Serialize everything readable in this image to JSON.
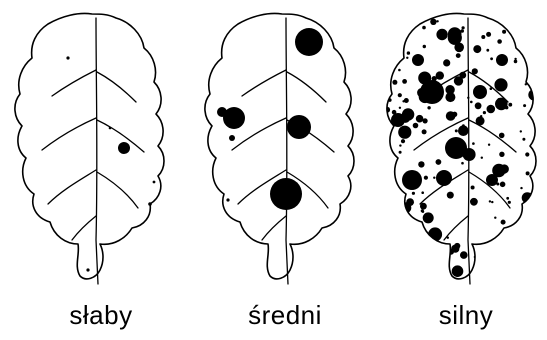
{
  "leaves": [
    {
      "id": "weak",
      "label": "słaby",
      "severity": "weak"
    },
    {
      "id": "medium",
      "label": "średni",
      "severity": "medium"
    },
    {
      "id": "strong",
      "label": "silny",
      "severity": "strong"
    }
  ],
  "colors": {
    "ink": "#000000",
    "background": "#ffffff"
  }
}
